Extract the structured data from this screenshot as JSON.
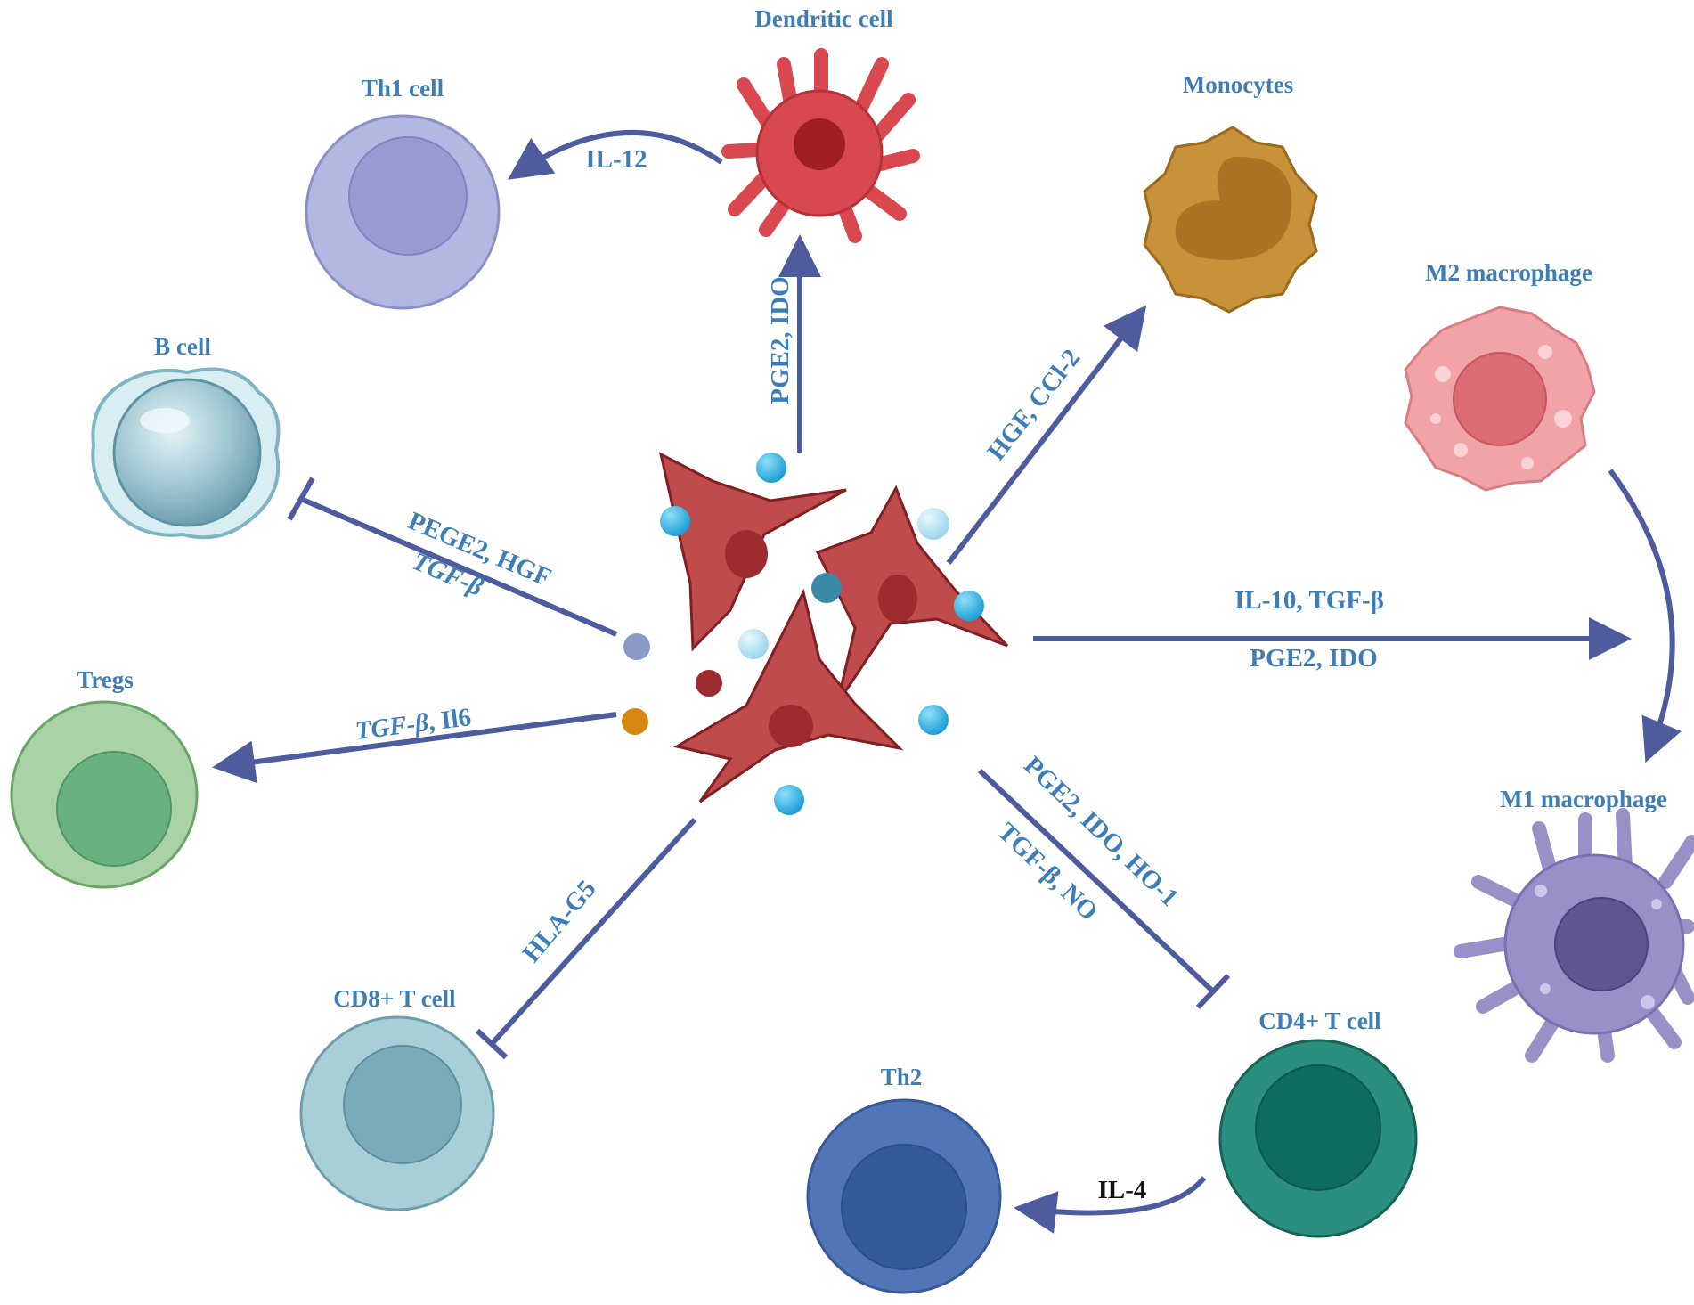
{
  "cells": {
    "dendritic": "Dendritic cell",
    "th1": "Th1 cell",
    "monocytes": "Monocytes",
    "m2": "M2 macrophage",
    "b_cell": "B cell",
    "tregs": "Tregs",
    "m1": "M1 macrophage",
    "cd8": "CD8+ T cell",
    "cd4": "CD4+ T cell",
    "th2": "Th2"
  },
  "edges": {
    "il12": "IL-12",
    "pge2_ido_up": "PGE2, IDO",
    "hgf_ccl2": "HGF, CCl-2",
    "pege2_hgf": "PEGE2, HGF",
    "tgfb_b": "TGF-β",
    "tgfb_treg": "TGF-β",
    "il6_treg": ", Il6",
    "il10_tgfb": "IL-10, TGF-β",
    "pge2_ido_m": "PGE2, IDO",
    "pge2_ido_ho1": "PGE2, IDO, HO-1",
    "tgfb_no": "TGF-β, NO",
    "hla_g5": "HLA-G5",
    "il4": "IL-4"
  },
  "colors": {
    "arrow": "#4e5b9d",
    "label": "#3d7db8",
    "msc": "#c04b4d",
    "th1": "#b2b8e2",
    "dendritic": "#d9474f",
    "monocyte": "#c8923a",
    "m2": "#f2a3a8",
    "b_cell": "#b9dfe6",
    "tregs": "#a9d2a6",
    "m1": "#9b8fc8",
    "cd8": "#a8cfd8",
    "cd4": "#2a8f7e",
    "th2": "#5275b7"
  }
}
